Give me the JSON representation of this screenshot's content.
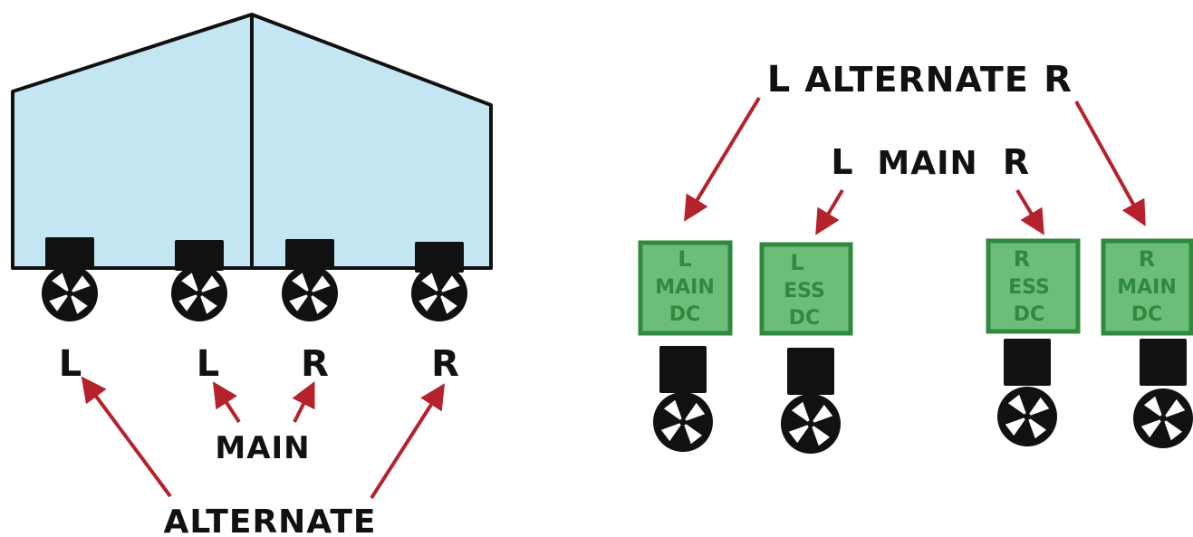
{
  "left_diagram": {
    "positions": [
      "L",
      "L",
      "R",
      "R"
    ],
    "main_label": "MAIN",
    "alternate_label": "ALTERNATE"
  },
  "right_diagram": {
    "top_label": {
      "l": "L",
      "text": "ALTERNATE",
      "r": "R"
    },
    "mid_label": {
      "l": "L",
      "text": "MAIN",
      "r": "R"
    },
    "boxes": [
      {
        "lines": [
          "L",
          "MAIN",
          "DC"
        ]
      },
      {
        "lines": [
          "L",
          "ESS",
          "DC"
        ]
      },
      {
        "lines": [
          "R",
          "ESS",
          "DC"
        ]
      },
      {
        "lines": [
          "R",
          "MAIN",
          "DC"
        ]
      }
    ]
  },
  "colors": {
    "fuselage_fill": "#c3e6f2",
    "arrow": "#b5222b",
    "box_fill": "#6dbd7a",
    "box_stroke": "#2f8a3d",
    "box_text": "#2f8a3d",
    "ink": "#111111"
  }
}
